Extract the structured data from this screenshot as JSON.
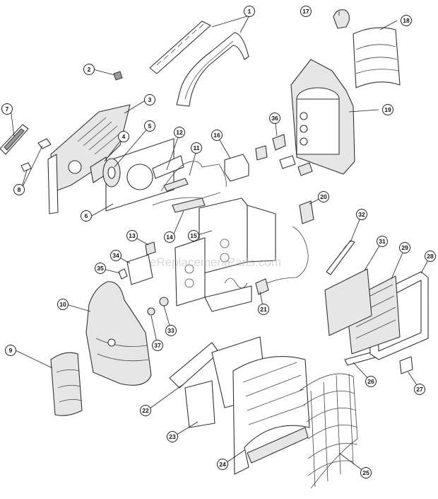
{
  "watermark": "eReplacementParts.com",
  "callouts": [
    "1",
    "2",
    "3",
    "4",
    "5",
    "6",
    "7",
    "8",
    "9",
    "10",
    "11",
    "12",
    "13",
    "14",
    "15",
    "16",
    "17",
    "18",
    "19",
    "20",
    "21",
    "22",
    "23",
    "24",
    "25",
    "26",
    "27",
    "28",
    "29",
    "31",
    "32",
    "33",
    "34",
    "35",
    "36",
    "37"
  ]
}
